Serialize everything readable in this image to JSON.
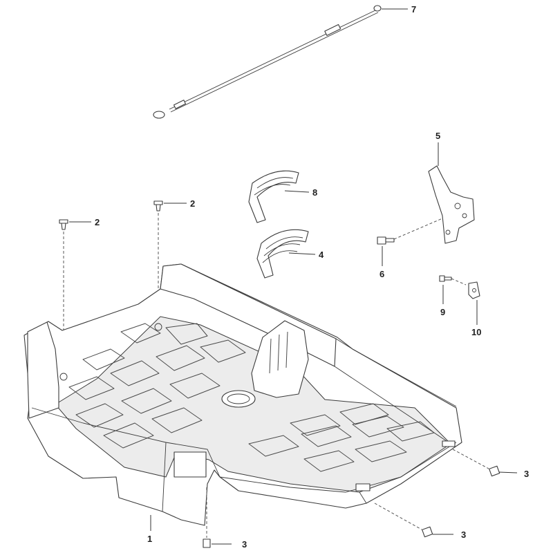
{
  "diagram": {
    "callouts": {
      "c1": "1",
      "c2a": "2",
      "c2b": "2",
      "c3a": "3",
      "c3b": "3",
      "c3c": "3",
      "c4": "4",
      "c5": "5",
      "c6": "6",
      "c7": "7",
      "c8": "8",
      "c9": "9",
      "c10": "10"
    },
    "line_color": "#3a3a3a",
    "background_color": "#ffffff"
  }
}
